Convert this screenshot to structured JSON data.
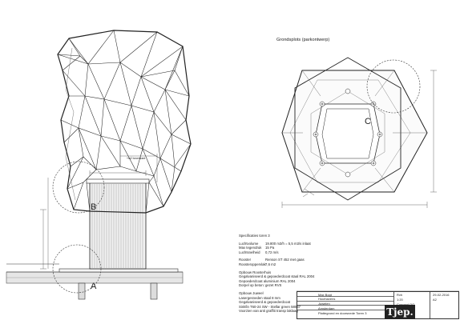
{
  "plan": {
    "title": "Grondsplots (parkontwerp)",
    "detail_c": "C"
  },
  "elevation": {
    "detail_a": "A",
    "detail_b": "B",
    "note_top": "+m2 ",
    "note_label": "bovenkant"
  },
  "specs": {
    "title": "Specificaties toren 3",
    "groups": [
      [
        {
          "k": "Luchtvolume",
          "v": "19.800 m3/h = 5,5 m3/s inlaat"
        },
        {
          "k": "Max tegendruk",
          "v": "15 Pa"
        },
        {
          "k": "Luchtsnelheid",
          "v": "0,72 m/s"
        }
      ],
      [
        {
          "k": "Rooster",
          "v": "Renson ST 452 met gaas"
        },
        {
          "k": "Roosteroppervlak",
          "v": "7,6 m2"
        }
      ]
    ],
    "lines": [
      "Opbouw Roosterhuis",
      "Gegalvaniseerd & gepoederdcoat staal RAL 2004",
      "Gepoederdcoat aluminium RAL 2004",
      "Dorpel op beton: gezet RVS"
    ],
    "lines2": [
      "Opbouw Juweel",
      "Lasergesneden staal 8 mm",
      "Gegalvaniseerd & gepoederdcoat",
      "Sinkfin T60-24 SW - Stellar green 58037",
      "Voorzien van anti graffiti transp laklaag"
    ]
  },
  "titleblock": {
    "rows": [
      "Max Bogt",
      "Houthavens",
      "Juwelen",
      "Amsterdam",
      "Plattegrond en doorsnede Toren 3"
    ],
    "col2": [
      "Rvh",
      "1:20",
      "Concept OO"
    ],
    "col3": [
      "29-02-2016",
      "A2"
    ],
    "logo": "Tjep."
  }
}
